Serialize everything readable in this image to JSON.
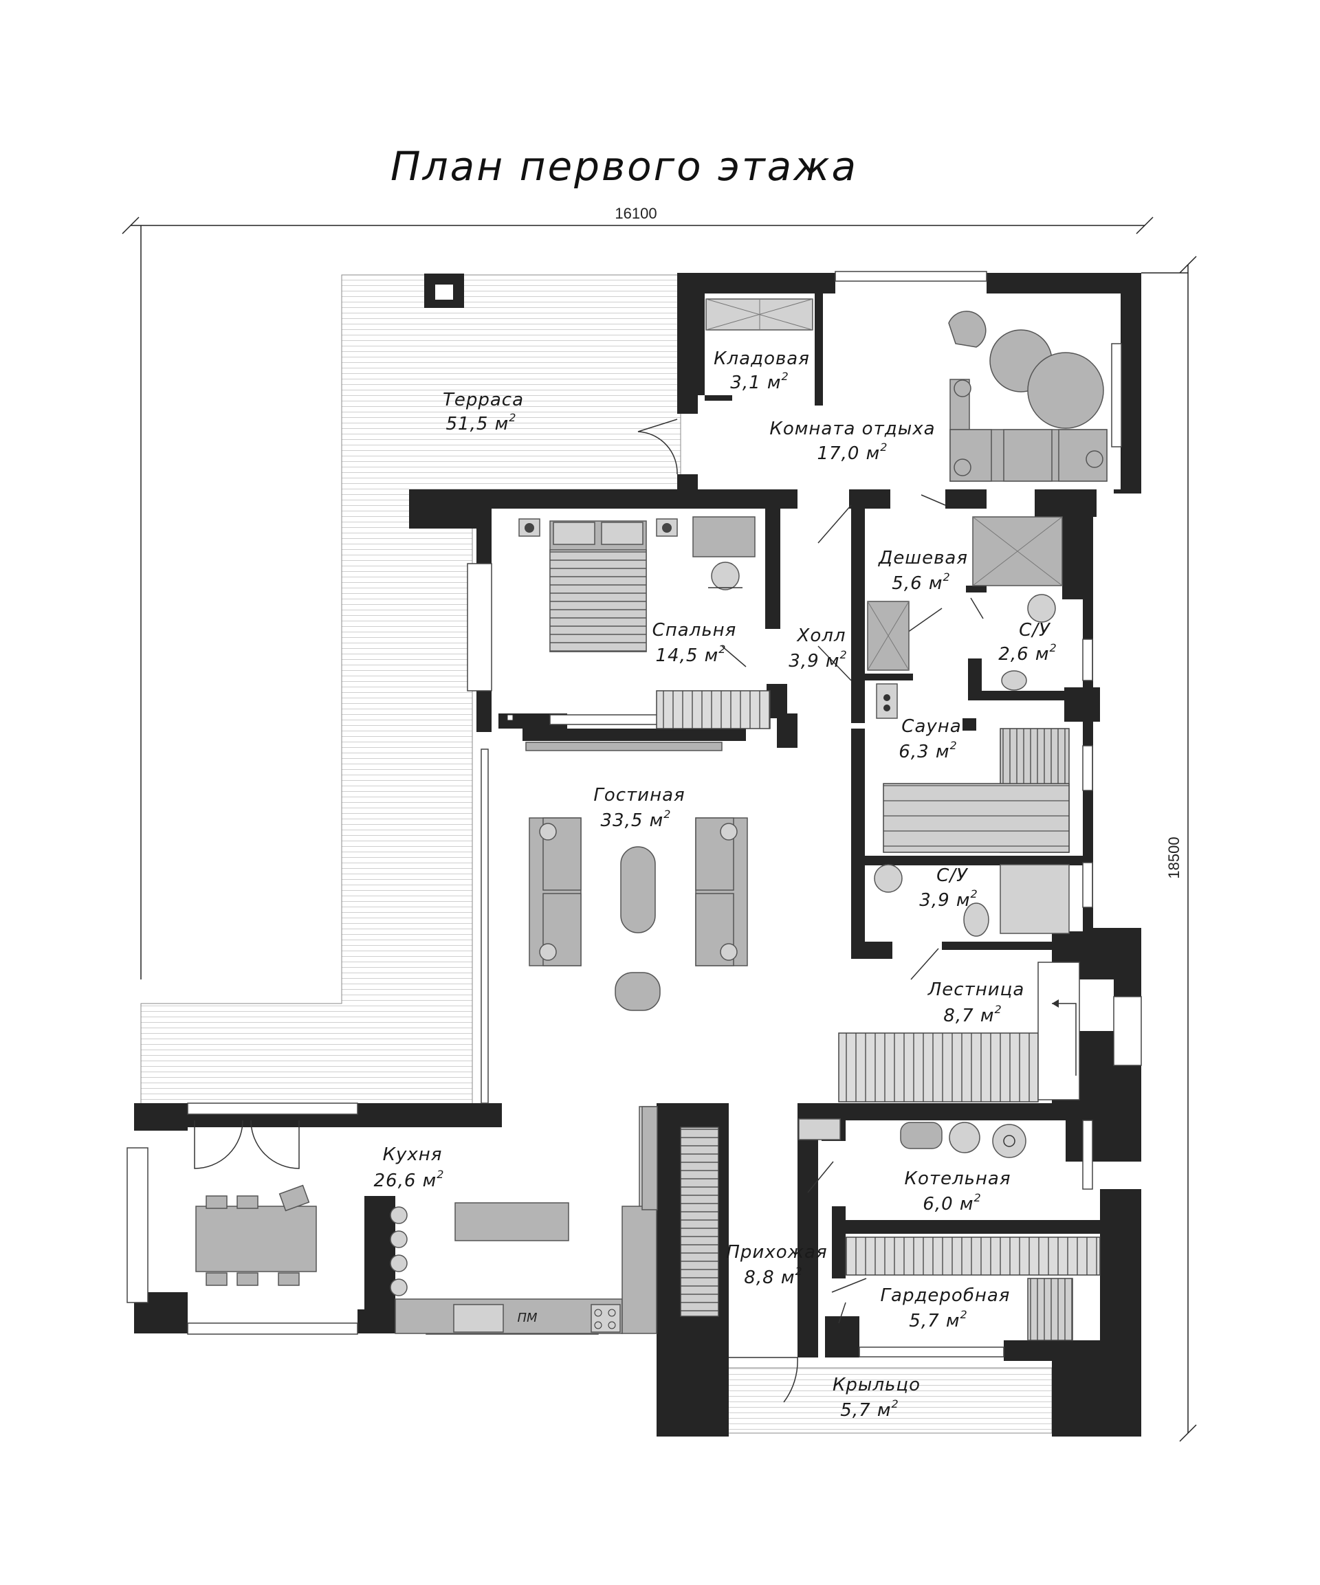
{
  "title": "План первого этажа",
  "dimensions": {
    "width": "16100",
    "height": "18500"
  },
  "rooms": [
    {
      "name": "Кладовая",
      "area": "3,1 м"
    },
    {
      "name": "Терраса",
      "area": "51,5 м"
    },
    {
      "name": "Комната отдыха",
      "area": "17,0 м"
    },
    {
      "name": "Дешевая",
      "area": "5,6 м"
    },
    {
      "name": "С/У",
      "area": "2,6 м"
    },
    {
      "name": "Спальня",
      "area": "14,5 м"
    },
    {
      "name": "Холл",
      "area": "3,9 м"
    },
    {
      "name": "Сауна",
      "area": "6,3 м"
    },
    {
      "name": "Гостиная",
      "area": "33,5 м"
    },
    {
      "name": "С/У",
      "area": "3,9 м"
    },
    {
      "name": "Лестница",
      "area": "8,7 м"
    },
    {
      "name": "Кухня",
      "area": "26,6 м"
    },
    {
      "name": "Котельная",
      "area": "6,0 м"
    },
    {
      "name": "Прихожая",
      "area": "8,8 м"
    },
    {
      "name": "Гардеробная",
      "area": "5,7 м"
    },
    {
      "name": "Крыльцо",
      "area": "5,7 м"
    }
  ],
  "area_superscript": "2",
  "appliance_label": "ПМ"
}
